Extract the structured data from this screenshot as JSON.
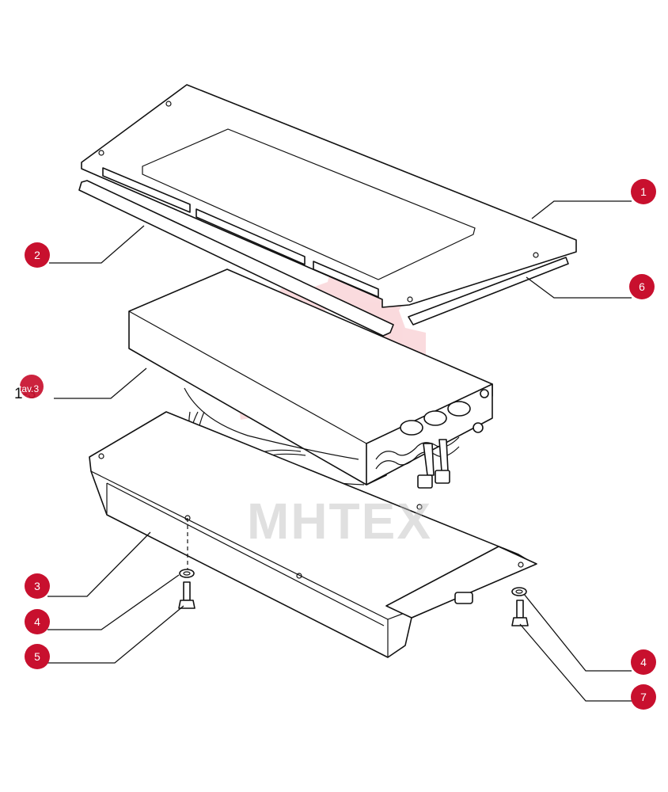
{
  "callouts": [
    {
      "id": "1",
      "label": "1"
    },
    {
      "id": "2",
      "label": "2"
    },
    {
      "id": "6",
      "label": "6"
    },
    {
      "id": "3",
      "label": "3"
    },
    {
      "id": "4a",
      "label": "4"
    },
    {
      "id": "5",
      "label": "5"
    },
    {
      "id": "4b",
      "label": "4"
    },
    {
      "id": "7",
      "label": "7"
    }
  ],
  "reference": {
    "badge_text": "tav.3",
    "text": "1-3"
  },
  "watermark": {
    "text": "MHTEX"
  },
  "colors": {
    "badge": "#c8102e",
    "line": "#111111",
    "watermark_logo": "#e63946"
  }
}
